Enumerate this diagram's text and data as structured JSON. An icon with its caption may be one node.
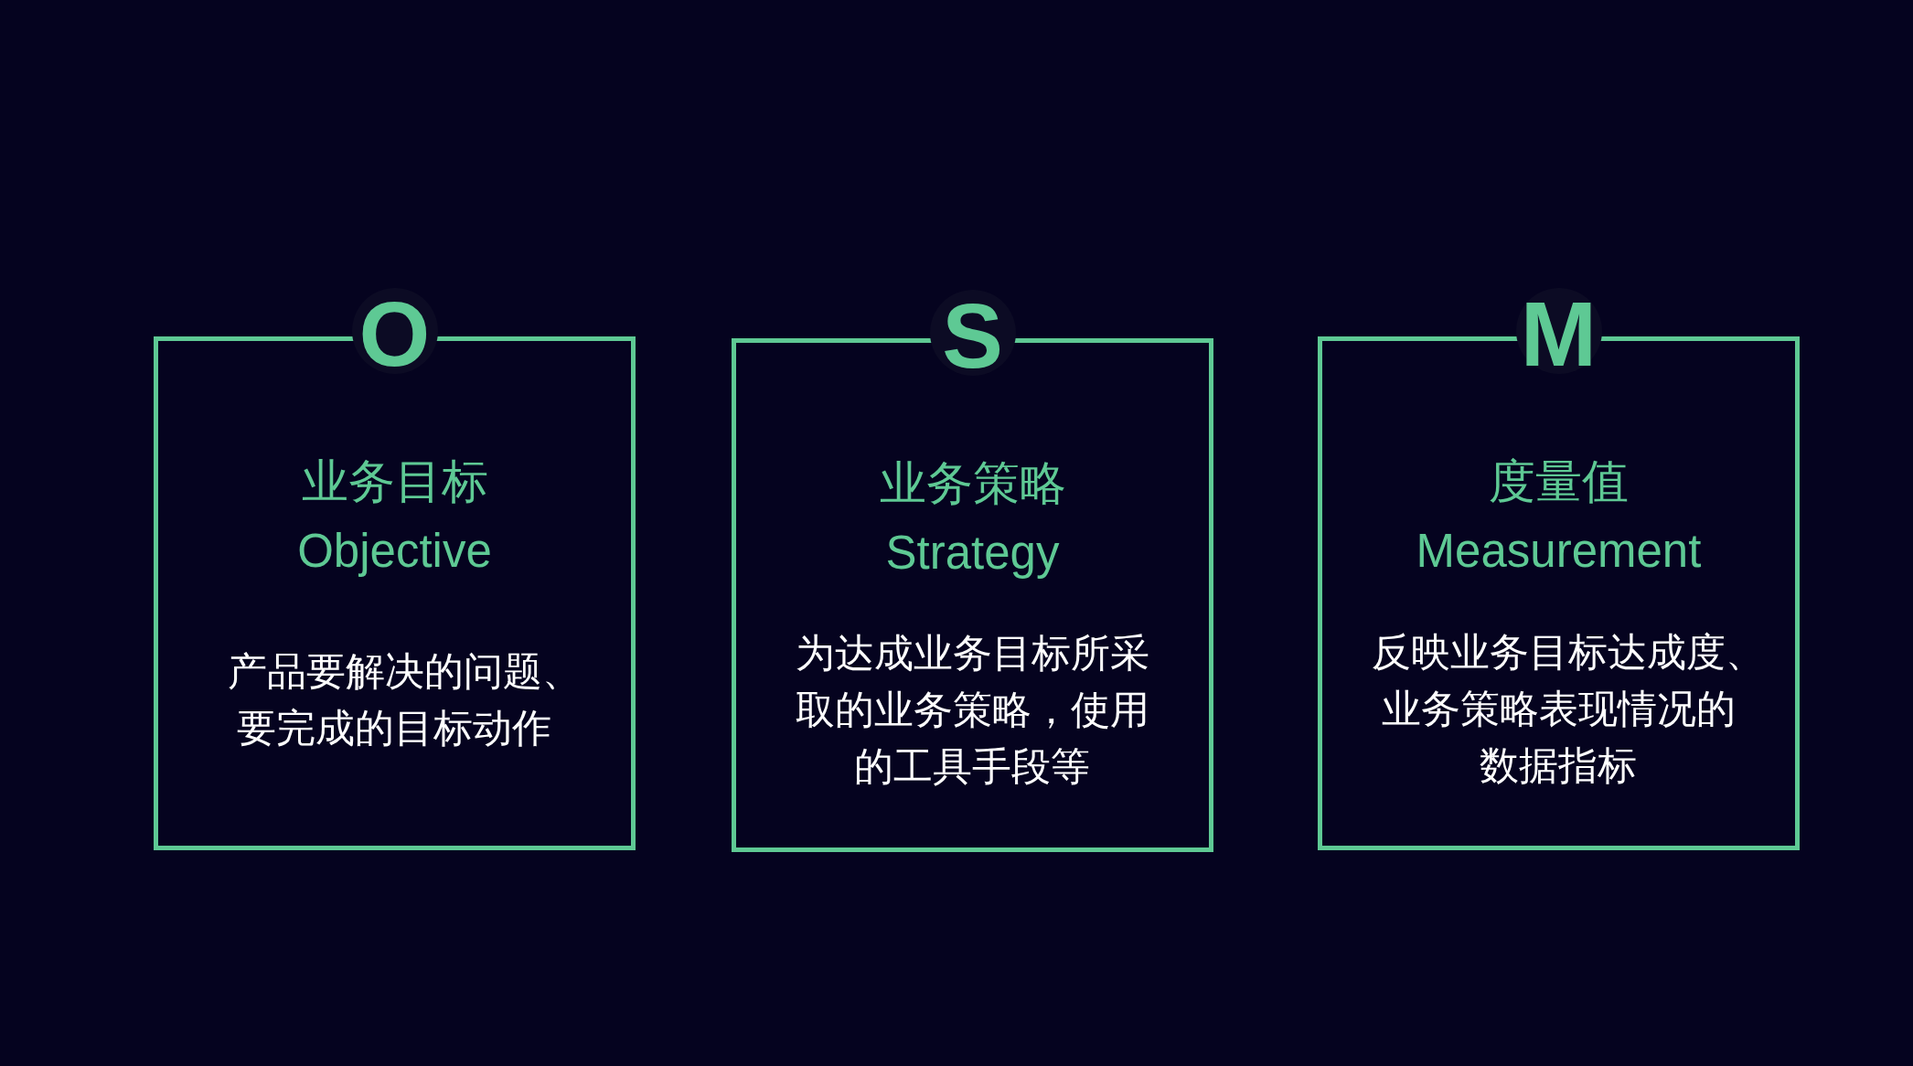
{
  "diagram": {
    "nodes": [
      {
        "text": [
          "O",
          "业务目标",
          "Objective",
          "产品要解决的问题、要完成的目标动作"
        ]
      },
      {
        "text": [
          "S",
          "业务策略",
          "Strategy",
          "为达成业务目标所采取的业务策略，使用的工具手段等"
        ]
      },
      {
        "text": [
          "M",
          "度量值",
          "Measurement",
          "反映业务目标达成度、业务策略表现情况的数据指标"
        ]
      }
    ]
  }
}
